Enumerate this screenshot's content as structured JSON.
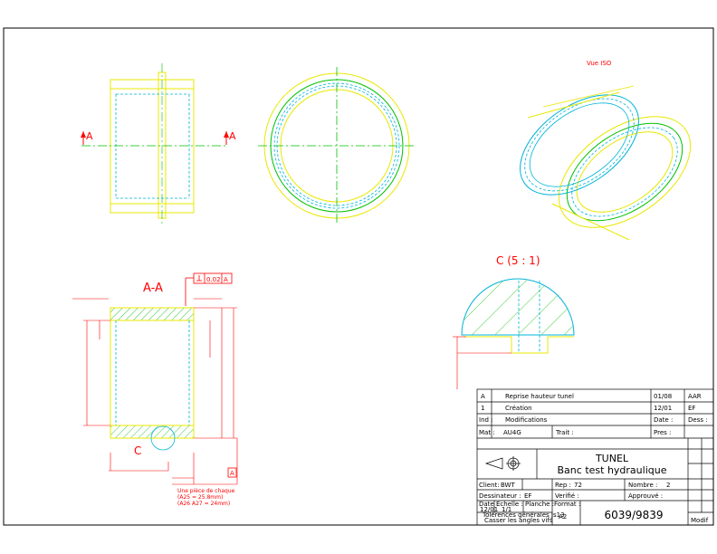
{
  "views": {
    "iso_label": "Vue ISO",
    "section_marker_left": "A",
    "section_marker_right": "A",
    "section_title": "A-A",
    "detail_title": "C (5 : 1)",
    "detail_marker": "C",
    "flatness_tolerance": "0.02",
    "flatness_datum": "A",
    "datum_bottom": "A",
    "note_line1": "Une pièce de chaque",
    "note_line2": "(A25 = 25.8mm)",
    "note_line3": "(A26 A27 = 24mm)"
  },
  "title_block": {
    "rev_rows": [
      {
        "ind": "A",
        "desc": "Reprise hauteur tunel",
        "date": "01/08",
        "by": "AAR"
      },
      {
        "ind": "1",
        "desc": "Création",
        "date": "12/01",
        "by": "EF"
      }
    ],
    "hdr_ind": "Ind :",
    "hdr_mod": "Modifications",
    "hdr_date": "Date :",
    "hdr_dess": "Dess :",
    "mat_label": "Mat :",
    "mat_value": "AU4G",
    "trait_label": "Trait :",
    "pres_label": "Pres :",
    "title_line1": "TUNEL",
    "title_line2": "Banc test hydraulique",
    "client_label": "Client:",
    "client_value": "BWT",
    "rep_label": "Rep :",
    "rep_value": "72",
    "nombre_label": "Nombre :",
    "nombre_value": "2",
    "dessinateur_label": "Dessinateur :",
    "dessinateur_value": "EF",
    "verifie_label": "Verifié :",
    "approuve_label": "Approuvé :",
    "date_label": "Date :",
    "date_value": "12/01",
    "echelle_label": "Echelle :",
    "echelle_value": "1/1",
    "planche_label": "Planche :",
    "format_label": "Format :",
    "format_value": "A2",
    "tol_line1": "Tolérences générales Js13",
    "tol_line2": "Casser les angles vifs",
    "drawing_number": "6039/9839",
    "modif_label": "Modif"
  },
  "colors": {
    "outline": "#e8e800",
    "hidden": "#00b4d8",
    "centerline": "#00c000",
    "dimension": "#ff0000",
    "section_marker": "#ff0000",
    "frame": "#000000"
  }
}
